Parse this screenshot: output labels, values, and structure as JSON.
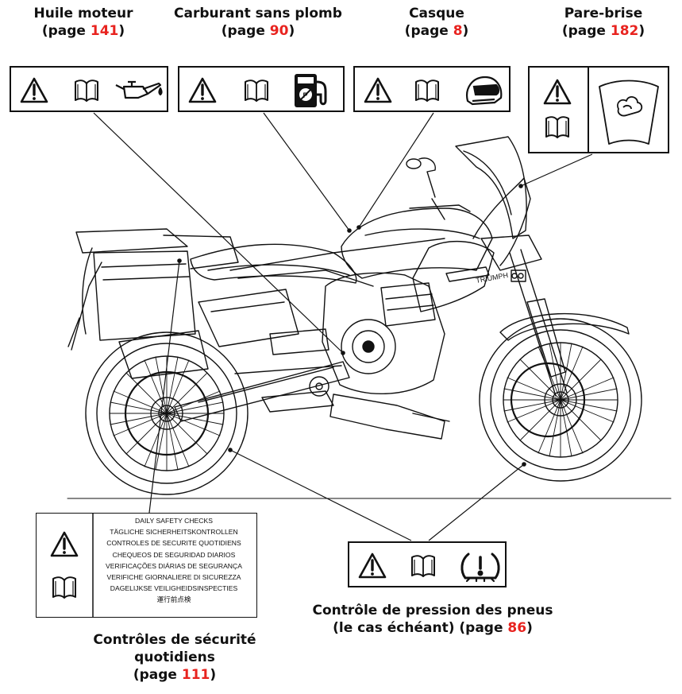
{
  "labels": {
    "oil": {
      "title": "Huile moteur",
      "page_open": "(page ",
      "page": "141",
      "page_close": ")"
    },
    "fuel": {
      "title": "Carburant sans plomb",
      "page_open": "(page ",
      "page": "90",
      "page_close": ")"
    },
    "helmet": {
      "title": "Casque",
      "page_open": "(page ",
      "page": "8",
      "page_close": ")"
    },
    "windscreen": {
      "title": "Pare-brise",
      "page_open": "(page ",
      "page": "182",
      "page_close": ")"
    },
    "tyre": {
      "title_line1": "Contrôle de pression des pneus",
      "title_line2_pre": "(le cas échéant) (page ",
      "page": "86",
      "page_close": ")"
    },
    "daily": {
      "title_line1": "Contrôles de sécurité",
      "title_line2": "quotidiens",
      "page_open": "(page ",
      "page": "111",
      "page_close": ")"
    }
  },
  "daily_checks_lines": [
    "DAILY SAFETY CHECKS",
    "TÄGLICHE SICHERHEITSKONTROLLEN",
    "CONTROLES DE SECURITE QUOTIDIENS",
    "CHEQUEOS DE SEGURIDAD DIARIOS",
    "VERIFICAÇÕES DIÁRIAS DE SEGURANÇA",
    "VERIFICHE GIORNALIERE DI SICUREZZA",
    "DAGELIJKSE VEILIGHEIDSINSPECTIES",
    "運行前点検"
  ],
  "tank_brand": "TRIUMPH",
  "icons": [
    "warning-icon",
    "manual-book-icon",
    "oil-can-icon",
    "unleaded-fuel-icon",
    "helmet-icon",
    "windscreen-cleaning-icon",
    "tyre-pressure-icon"
  ],
  "colors": {
    "page_ref": "#e8231f",
    "line": "#111111"
  }
}
